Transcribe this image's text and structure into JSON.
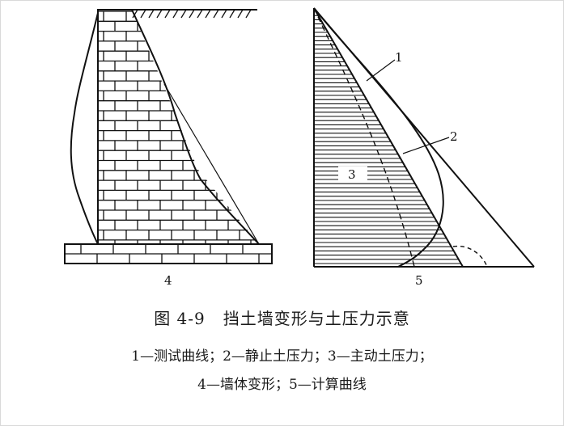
{
  "figure": {
    "number": "图 4-9",
    "title": "挡土墙变形与土压力示意",
    "legend_line1": "1—测试曲线；2—静止土压力；3—主动土压力；",
    "legend_line2": "4—墙体变形；5—计算曲线"
  },
  "labels": {
    "l1": "1",
    "l2": "2",
    "l3": "3",
    "l4": "4",
    "l5": "5"
  },
  "colors": {
    "ink": "#111111",
    "background": "#ffffff",
    "frame": "#d9d9d9"
  }
}
